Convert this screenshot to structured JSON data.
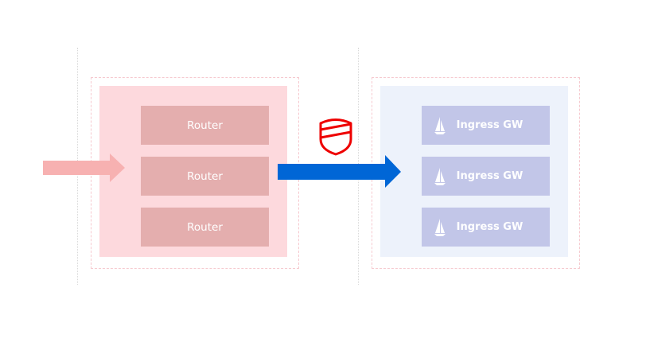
{
  "diagram": {
    "routers": [
      {
        "label": "Router"
      },
      {
        "label": "Router"
      },
      {
        "label": "Router"
      }
    ],
    "gateways": [
      {
        "label": "Ingress GW"
      },
      {
        "label": "Ingress GW"
      },
      {
        "label": "Ingress GW"
      }
    ],
    "icons": {
      "shield": "shield-icon",
      "sail": "sail-icon"
    },
    "colors": {
      "left_outline": "#f6c9cf",
      "left_panel": "#fdd9dd",
      "router_box": "#e4aeae",
      "right_panel": "#edf2fb",
      "gateway_box": "#c2c6e8",
      "incoming_arrow": "#f7b1b1",
      "main_arrow": "#0066d6",
      "shield": "#ee0000"
    }
  }
}
